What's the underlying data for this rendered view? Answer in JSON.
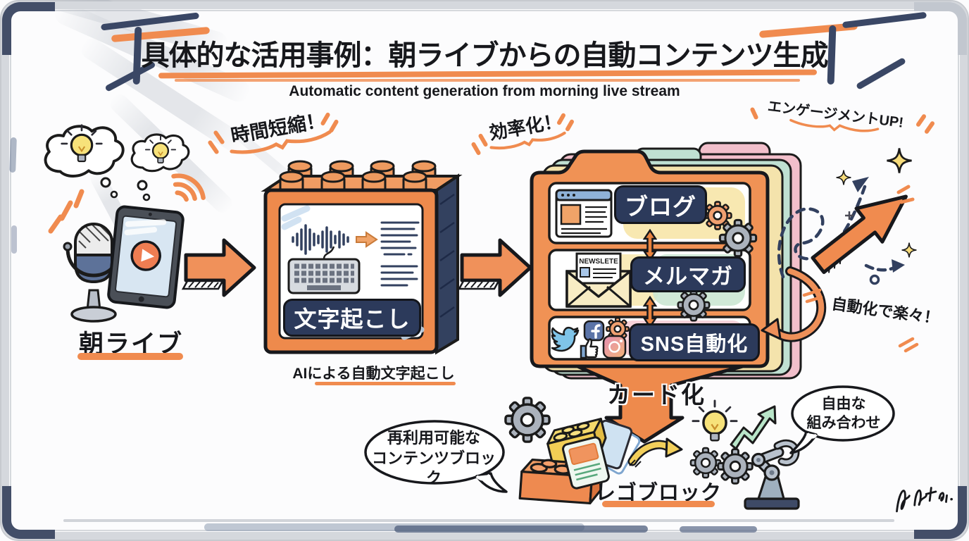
{
  "title": {
    "main": "具体的な活用事例：朝ライブからの自動コンテンツ生成",
    "subtitle": "Automatic content generation from morning live stream"
  },
  "source": {
    "label": "朝ライブ"
  },
  "transcription": {
    "callout": "時間短縮！",
    "pill": "文字起こし",
    "caption": "AIによる自動文字起こし"
  },
  "outputs": {
    "callout": "効率化！",
    "engagement": "エンゲージメントUP!",
    "ease": "自動化で楽々！",
    "newsletter": "NEWSLETE",
    "items": [
      {
        "label": "ブログ"
      },
      {
        "label": "メルマガ"
      },
      {
        "label": "SNS自動化"
      }
    ]
  },
  "cards": {
    "flow_label": "カード化",
    "label": "レゴブロック",
    "bubble_left": {
      "line1": "再利用可能な",
      "line2": "コンテンツブロック"
    },
    "bubble_right": {
      "line1": "自由な",
      "line2": "組み合わせ"
    }
  },
  "colors": {
    "orange": "#F08B4F",
    "navy": "#2C3A5B",
    "folder_yellow": "#F4E3AC",
    "folder_teal": "#BFE0D2",
    "folder_pink": "#F2BFCB",
    "twitter_blue": "#7FC4E8",
    "facebook_blue": "#5B74A8",
    "instagram_pink": "#E99BB0",
    "growth_green": "#B9E6C9",
    "bulb_yellow": "#F7E27A"
  }
}
